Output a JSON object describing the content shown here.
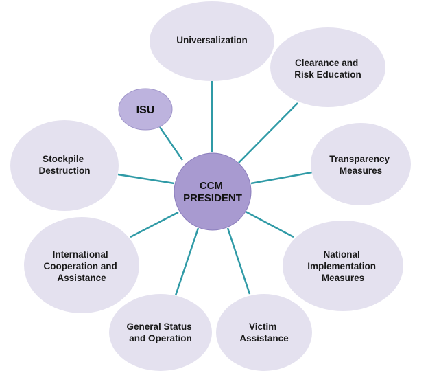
{
  "center": {
    "lines": [
      "CCM",
      "PRESIDENT"
    ]
  },
  "nodes": [
    {
      "id": "universalization",
      "lines": [
        "Universalization"
      ]
    },
    {
      "id": "clearance-risk-education",
      "lines": [
        "Clearance and",
        "Risk Education"
      ]
    },
    {
      "id": "transparency-measures",
      "lines": [
        "Transparency",
        "Measures"
      ]
    },
    {
      "id": "national-implementation-measures",
      "lines": [
        "National",
        "Implementation",
        "Measures"
      ]
    },
    {
      "id": "victim-assistance",
      "lines": [
        "Victim",
        "Assistance"
      ]
    },
    {
      "id": "general-status-operation",
      "lines": [
        "General Status",
        "and Operation"
      ]
    },
    {
      "id": "international-cooperation-assistance",
      "lines": [
        "International",
        "Cooperation and",
        "Assistance"
      ]
    },
    {
      "id": "stockpile-destruction",
      "lines": [
        "Stockpile",
        "Destruction"
      ]
    },
    {
      "id": "isu",
      "lines": [
        "ISU"
      ]
    }
  ],
  "colors": {
    "bubble": "#e4e1ef",
    "center": "#a89ad0",
    "isu": "#bdb3de",
    "spoke": "#2f9aa6"
  }
}
